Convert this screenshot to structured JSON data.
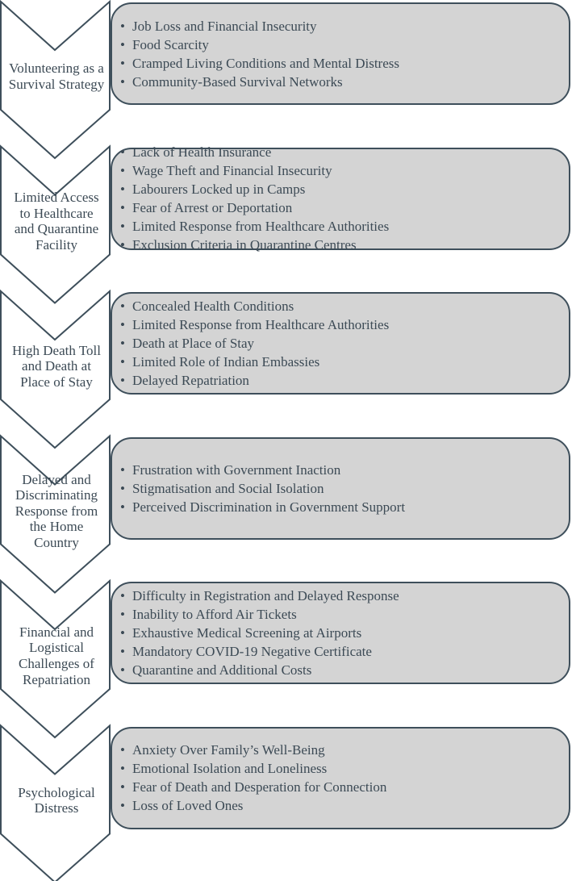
{
  "stages": [
    {
      "label": "Volunteering as a Survival Strategy",
      "label_lines": [
        "Volunteering as a",
        "Survival Strategy"
      ],
      "items": [
        "Job Loss and Financial Insecurity",
        "Food Scarcity",
        "Cramped Living Conditions and Mental Distress",
        "Community-Based Survival Networks"
      ]
    },
    {
      "label": "Limited Access to Healthcare and Quarantine Facility",
      "label_lines": [
        "Limited Access",
        "to Healthcare",
        "and Quarantine",
        "Facility"
      ],
      "items": [
        "Lack of Health Insurance",
        "Wage Theft and Financial Insecurity",
        "Labourers Locked up in Camps",
        "Fear of Arrest or Deportation",
        "Limited Response from Healthcare Authorities",
        "Exclusion Criteria in Quarantine Centres"
      ]
    },
    {
      "label": "High Death Toll and Death at Place of Stay",
      "label_lines": [
        "High Death Toll",
        "and Death at",
        "Place of Stay"
      ],
      "items": [
        "Concealed Health Conditions",
        "Limited Response from Healthcare Authorities",
        "Death at Place of Stay",
        "Limited Role of Indian Embassies",
        "Delayed Repatriation"
      ]
    },
    {
      "label": "Delayed and Discriminating Response from the Home Country",
      "label_lines": [
        "Delayed and",
        "Discriminating",
        "Response from",
        "the Home",
        "Country"
      ],
      "items": [
        "Frustration with Government Inaction",
        "Stigmatisation and Social Isolation",
        "Perceived Discrimination in Government Support"
      ]
    },
    {
      "label": "Financial and Logistical Challenges of Repatriation",
      "label_lines": [
        "Financial and",
        "Logistical",
        "Challenges of",
        "Repatriation"
      ],
      "items": [
        "Difficulty in Registration and Delayed Response",
        "Inability to Afford Air Tickets",
        "Exhaustive Medical Screening at Airports",
        "Mandatory COVID-19 Negative Certificate",
        "Quarantine and Additional Costs"
      ]
    },
    {
      "label": "Psychological Distress",
      "label_lines": [
        "Psychological",
        "Distress"
      ],
      "items": [
        "Anxiety Over Family’s Well-Being",
        "Emotional Isolation and Loneliness",
        "Fear of Death and Desperation for Connection",
        "Loss of Loved Ones"
      ]
    }
  ],
  "colors": {
    "box_fill": "#d4d4d4",
    "outline": "#3e4f5b",
    "text": "#3c4a55",
    "background": "#ffffff"
  }
}
